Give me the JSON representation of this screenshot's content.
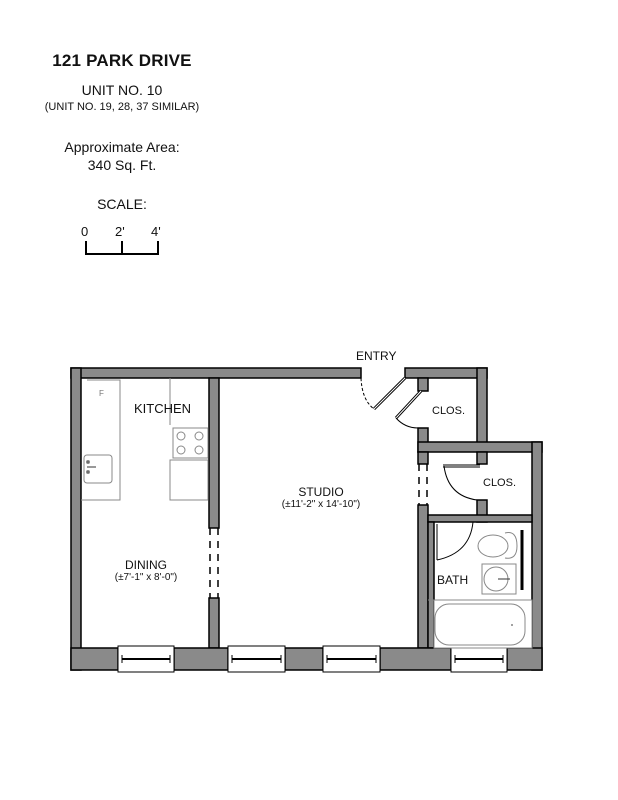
{
  "header": {
    "building": "121 PARK DRIVE",
    "unit": "UNIT NO. 10",
    "similar_units": "(UNIT NO. 19, 28, 37 SIMILAR)",
    "area_label": "Approximate Area:",
    "area_value": "340 Sq. Ft."
  },
  "scale": {
    "label": "SCALE:",
    "ticks": [
      "0",
      "2'",
      "4'"
    ]
  },
  "rooms": {
    "entry": {
      "label": "ENTRY"
    },
    "kitchen": {
      "label": "KITCHEN",
      "fridge_mark": "F"
    },
    "closet_1": {
      "label": "CLOS."
    },
    "closet_2": {
      "label": "CLOS."
    },
    "studio": {
      "label": "STUDIO",
      "dimensions": "(±11'-2\" x 14'-10\")"
    },
    "dining": {
      "label": "DINING",
      "dimensions": "(±7'-1\" x 8'-0\")"
    },
    "bath": {
      "label": "BATH"
    }
  },
  "colors": {
    "wall_fill": "#8a8a8a",
    "wall_outline": "#000000",
    "fixture_line": "#888888",
    "background": "#ffffff"
  }
}
